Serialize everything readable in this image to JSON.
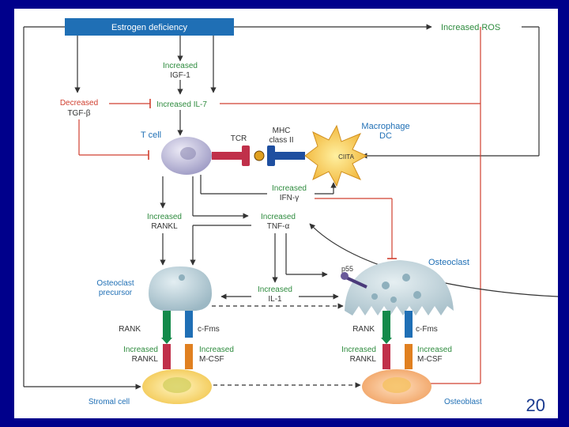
{
  "nodes": {
    "estrogen": "Estrogen deficiency",
    "ros": "Increased ROS",
    "igf_l1": "Increased",
    "igf_l2": "IGF-1",
    "tgf_l1": "Decreased",
    "tgf_l2": "TGF-β",
    "il7": "Increased IL-7",
    "tcell": "T cell",
    "tcr": "TCR",
    "mhc_l1": "MHC",
    "mhc_l2": "class II",
    "ciita": "CIITA",
    "mac_l1": "Macrophage",
    "mac_l2": "DC",
    "ifn_l1": "Increased",
    "ifn_l2": "IFN-γ",
    "rankl_l1": "Increased",
    "rankl_l2": "RANKL",
    "tnf_l1": "Increased",
    "tnf_l2": "TNF-α",
    "osteoclast": "Osteoclast",
    "p55": "p55",
    "ocp_l1": "Osteoclast",
    "ocp_l2": "precursor",
    "il1_l1": "Increased",
    "il1_l2": "IL-1",
    "rank_left": "RANK",
    "cfms_left": "c-Fms",
    "rank_right": "RANK",
    "cfms_right": "c-Fms",
    "irankl_left_l1": "Increased",
    "irankl_left_l2": "RANKL",
    "mcsf_left_l1": "Increased",
    "mcsf_left_l2": "M-CSF",
    "irankl_right_l1": "Increased",
    "irankl_right_l2": "RANKL",
    "mcsf_right_l1": "Increased",
    "mcsf_right_l2": "M-CSF",
    "stromal": "Stromal cell",
    "osteoblast": "Osteoblast"
  },
  "page_number": "20",
  "colors": {
    "frame": "#00008b",
    "header_box": "#1f6fb5",
    "inhibition": "#d04030",
    "arrow": "#333333",
    "increased_text": "#2e8b3e",
    "cell_label": "#1f6fb5"
  }
}
